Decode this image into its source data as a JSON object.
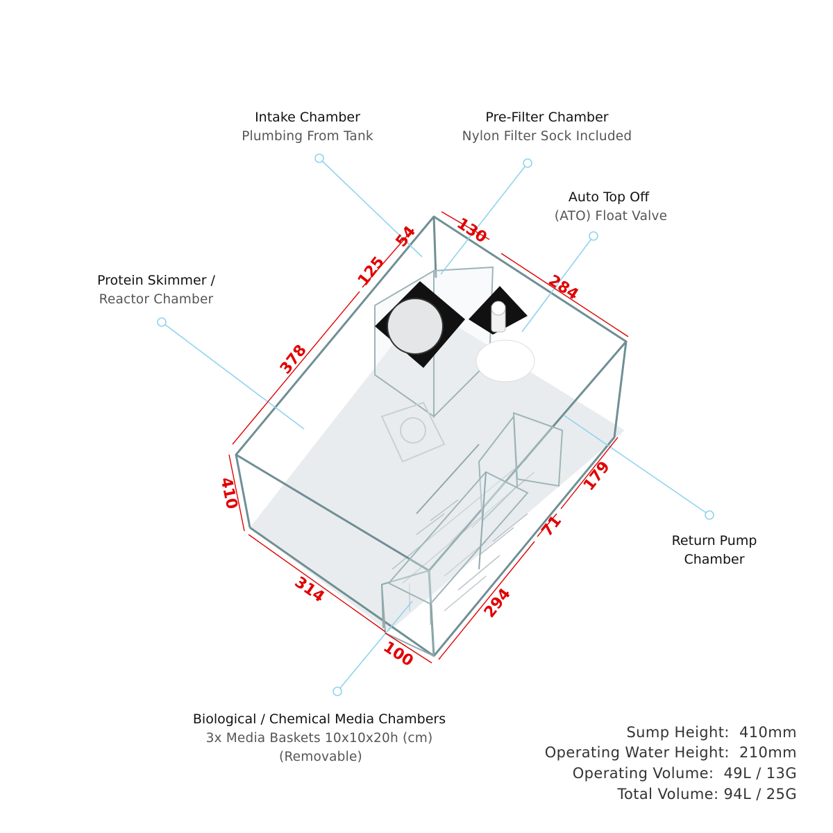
{
  "callouts": {
    "intake": {
      "title": "Intake Chamber",
      "subtitle": "Plumbing From Tank"
    },
    "prefilter": {
      "title": "Pre-Filter Chamber",
      "subtitle": "Nylon Filter Sock Included"
    },
    "ato": {
      "title": "Auto Top Off",
      "subtitle": "(ATO) Float Valve"
    },
    "skimmer": {
      "title": "Protein Skimmer /",
      "subtitle": "Reactor Chamber"
    },
    "return_pump": {
      "title": "Return Pump",
      "subtitle": "Chamber"
    },
    "media": {
      "title": "Biological / Chemical Media Chambers",
      "subtitle": "3x Media Baskets 10x10x20h (cm)",
      "note": "(Removable)"
    }
  },
  "dimensions": {
    "d54": "54",
    "d130": "130",
    "d125": "125",
    "d284": "284",
    "d378": "378",
    "d410": "410",
    "d179": "179",
    "d71": "71",
    "d314": "314",
    "d294": "294",
    "d100": "100"
  },
  "specs": [
    "Sump Height:  410mm",
    "Operating Water Height:  210mm",
    "Operating Volume:  49L / 13G",
    "Total Volume: 94L / 25G"
  ],
  "colors": {
    "dimension": "#e00000",
    "leader": "#8fd3ee",
    "glass": "#6f8f94"
  }
}
